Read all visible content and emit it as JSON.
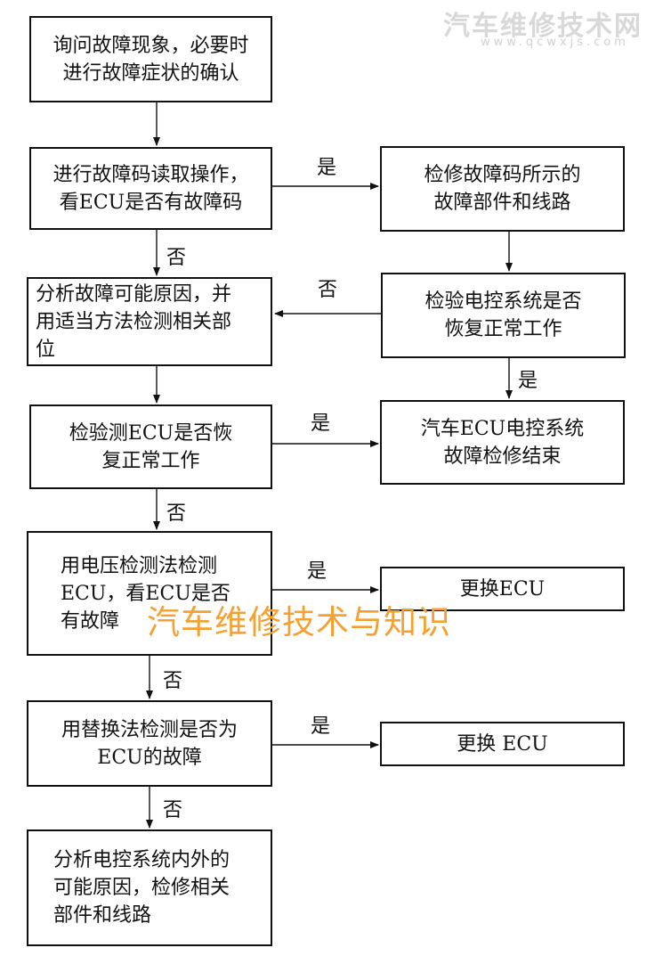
{
  "watermark": {
    "top_brand": "汽车维修技术网",
    "top_url": "www.qcwxjs.com",
    "overlay": "汽车维修技术与知识"
  },
  "nodes": {
    "inquire": {
      "line1": "询问故障现象，必要时",
      "line2": "进行故障症状的确认"
    },
    "read_codes": {
      "line1": "进行故障码读取操作，",
      "line2": "看ECU是否有故障码"
    },
    "repair_coded": {
      "line1": "检修故障码所示的",
      "line2": "故障部件和线路"
    },
    "analyze_causes": {
      "line1": "分析故障可能原因，并",
      "line2": "用适当方法检测相关部",
      "line3": "位"
    },
    "verify_system": {
      "line1": "检验电控系统是否",
      "line2": "恢复正常工作"
    },
    "verify_ecu": {
      "line1": "检验测ECU是否恢",
      "line2": "复正常工作"
    },
    "end": {
      "line1": "汽车ECU电控系统",
      "line2": "故障检修结束"
    },
    "voltage_test": {
      "line1": "用电压检测法检测",
      "line2": "ECU，看ECU是否",
      "line3": "有故障"
    },
    "replace_1": {
      "line1": "更换ECU"
    },
    "substitute_test": {
      "line1": "用替换法检测是否为",
      "line2": "ECU的故障"
    },
    "replace_2": {
      "line1": "更换 ECU"
    },
    "analyze_system": {
      "line1": "分析电控系统内外的",
      "line2": "可能原因，检修相关",
      "line3": "部件和线路"
    }
  },
  "edge_labels": {
    "yes": "是",
    "no": "否"
  }
}
